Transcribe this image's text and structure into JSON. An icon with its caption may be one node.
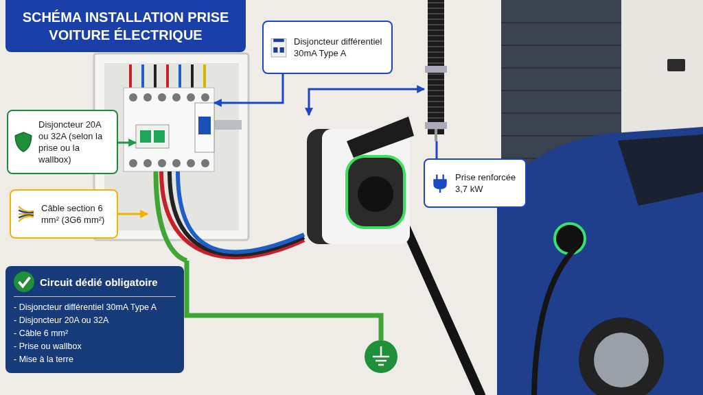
{
  "diagram": {
    "title": "SCHÉMA INSTALLATION PRISE VOITURE ÉLECTRIQUE",
    "nodes": [
      {
        "text": [
          "Disjoncteur différentiel 30mA Type A"
        ]
      },
      {
        "text": [],
        "shape": "picture"
      },
      {
        "text": [
          "Disjoncteur 20A ou 32A (selon la prise ou la wallbox)"
        ]
      },
      {
        "text": [],
        "shape": "picture"
      },
      {
        "text": [
          "Câble section 6 mm² (3G6 mm²)"
        ]
      },
      {
        "text": [],
        "shape": "picture"
      },
      {
        "text": [],
        "shape": "picture"
      },
      {
        "text": [],
        "shape": "picture"
      },
      {
        "text": [
          "Prise renforcée 3,7 kW"
        ]
      },
      {
        "text": [
          "Circuit dédié obligatoire",
          "- Disjoncteur différentiel 30mA Type A",
          "- Disjoncteur 20A ou 32A",
          "- Câble 6 mm²",
          "- Prise ou wallbox",
          "- Mise à la terre"
        ]
      },
      {
        "text": [],
        "shape": "circle"
      }
    ],
    "edges": [
      {
        "from": 0,
        "to": 1,
        "arrow": "to"
      },
      {
        "from": 2,
        "to": 3,
        "arrow": "to",
        "color": "#1f9a45"
      },
      {
        "from": 4,
        "to": 5,
        "arrow": "to",
        "color": "#f0b400"
      },
      {
        "from": 6,
        "to": 7,
        "arrow": "both"
      },
      {
        "from": 8,
        "to": 7,
        "arrow": "none"
      },
      {
        "from": 5,
        "to": 10,
        "arrow": "none",
        "style": "thick",
        "color": "#3fa535"
      }
    ]
  }
}
